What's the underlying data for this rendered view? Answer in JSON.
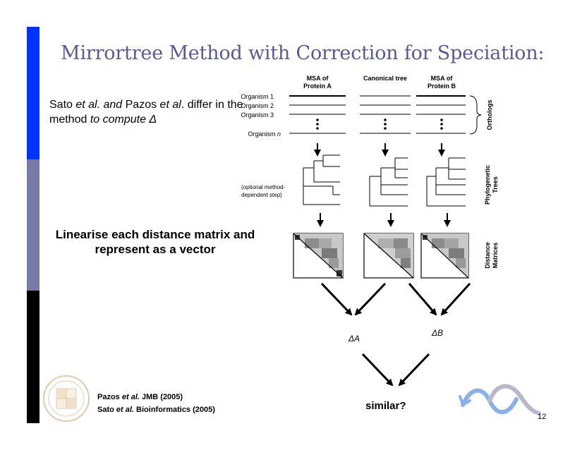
{
  "title": "Mirrortree Method with Correction for Speciation:",
  "intro": {
    "p1": "Sato ",
    "p2": "et al. and",
    "p3": " Pazos ",
    "p4": "et al",
    "p5": ". differ in the method ",
    "p6": "to compute Δ"
  },
  "linearise": "Linearise each distance matrix and represent as a vector",
  "columns": {
    "msa_a_line1": "MSA of",
    "msa_a_line2": "Protein A",
    "canonical": "Canonical tree",
    "msa_b_line1": "MSA of",
    "msa_b_line2": "Protein B"
  },
  "organisms": {
    "o1": "Organism 1",
    "o2": "Organism 2",
    "o3": "Organism 3",
    "on_prefix": "Organism ",
    "on_suffix": "n"
  },
  "side_labels": {
    "orthologs": "Orthologs",
    "phylo1": "Phylogenetic",
    "phylo2": "Trees",
    "dist1": "Distance",
    "dist2": "Matrices"
  },
  "optional_step1": "(optional method-",
  "optional_step2": "dependent step)",
  "delta_a": "ΔA",
  "delta_b": "ΔB",
  "similar": "similar?",
  "refs": {
    "r1a": "Pazos ",
    "r1b": "et al.",
    "r1c": " JMB (2005)",
    "r2a": "Sato ",
    "r2b": "et al.",
    "r2c": " Bioinformatics (2005)"
  },
  "page_number": "12",
  "colors": {
    "bar_blue": "#0033ff",
    "bar_grey": "#7a7aa8",
    "bar_black": "#000000",
    "title": "#5a5a92",
    "wave_blue": "#8ab0e8",
    "wave_grey": "#b8b8c8"
  },
  "icons": [
    "university-seal-icon",
    "wave-logo-icon",
    "down-arrow-icon"
  ]
}
